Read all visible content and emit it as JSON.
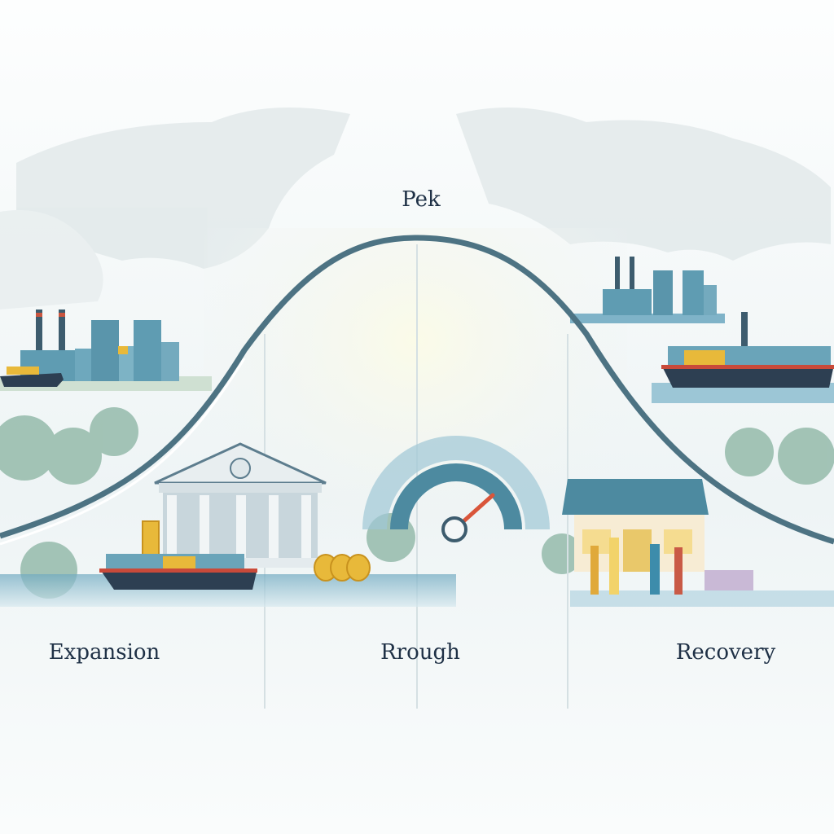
{
  "labels": {
    "peak": "Pek",
    "expansion": "Expansion",
    "trough": "Rrough",
    "recovery": "Recovery"
  },
  "colors": {
    "curve": "#4d7383",
    "text": "#1f3146",
    "water": "#7fb3c8",
    "buildings": "#5f9cb2",
    "gold": "#e8b93a",
    "gauge_needle": "#d9553a"
  },
  "icons": [
    "world-map",
    "factory-city",
    "cargo-ship",
    "bank-building",
    "gold-coins",
    "gauge-meter",
    "retail-store",
    "people",
    "trees"
  ]
}
